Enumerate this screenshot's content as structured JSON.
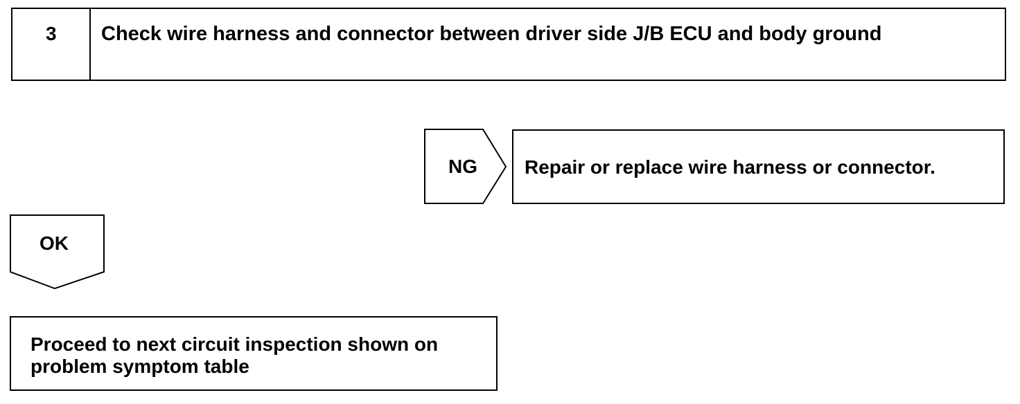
{
  "step": {
    "number": "3",
    "title": "Check wire harness and connector between driver side J/B ECU and body ground"
  },
  "ng_branch": {
    "label": "NG",
    "result": "Repair or replace wire harness or connector."
  },
  "ok_branch": {
    "label": "OK",
    "result": "Proceed to next circuit inspection shown on problem symptom table"
  }
}
